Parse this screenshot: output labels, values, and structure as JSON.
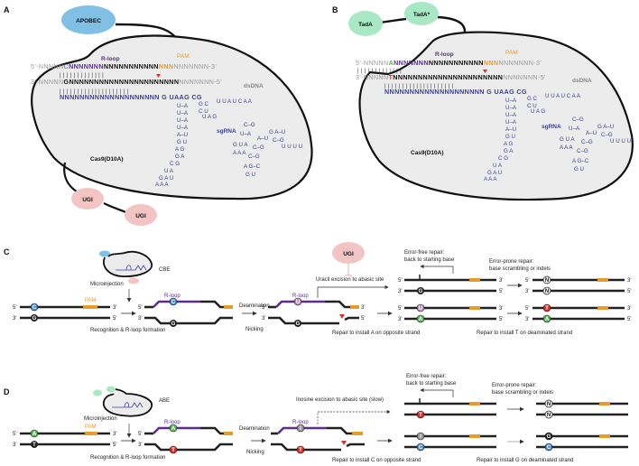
{
  "panels": {
    "A": {
      "label": "A",
      "deaminase": "APOBEC",
      "cas": "Cas9(D10A)",
      "rloop": "R-loop",
      "pam": "PAM",
      "dsdna": "dsDNA",
      "sgrna": "sgRNA",
      "ugi1": "UGI",
      "ugi2": "UGI",
      "top_prefix": "5'-NNNNN",
      "top_target": "C",
      "top_rloop": "NNNNNNN",
      "top_mid": "NNNNNNNNNNN",
      "top_pam": "NNN",
      "top_suffix": "NNNNNNN-3'",
      "bot_prefix": "3'-NNNNN",
      "bot_target": "G",
      "bot_mid": "NNNNNNNNNNNNNNNNNNNNNN",
      "bot_suffix": "NNNNNNN-5'",
      "guide": "NNNNNNNNNNNNNNNNNNNN",
      "guide_tail": "G UAAG  CG",
      "target_color": "#4aa3df",
      "complement_color": "#111111"
    },
    "B": {
      "label": "B",
      "deaminase1": "TadA",
      "deaminase2": "TadA*",
      "cas": "Cas9(D10A)",
      "rloop": "R-loop",
      "pam": "PAM",
      "dsdna": "dsDNA",
      "sgrna": "sgRNA",
      "top_prefix": "5'-NNNNN",
      "top_target": "A",
      "top_rloop": "NNNNNNN",
      "top_mid": "NNNNNNNNNNN",
      "top_pam": "NNN",
      "top_suffix": "NNNNNNN-3'",
      "bot_prefix": "3'-NNNNN",
      "bot_target": "T",
      "bot_mid": "NNNNNNNNNNNNNNNNNNNNNN",
      "bot_suffix": "NNNNNNN-5'",
      "guide": "NNNNNNNNNNNNNNNNNNNN",
      "guide_tail": "G UAAG  CG",
      "target_color": "#5cb83c",
      "complement_color": "#d9302c"
    },
    "C": {
      "label": "C",
      "editor": "CBE",
      "microinjection": "Microinjection",
      "pam": "PAM",
      "rloop1": "R-loop",
      "rloop2": "R-loop",
      "step1": "Recognition & R-loop formation",
      "deamination": "Deamination",
      "nicking": "Nicking",
      "inhibitor": "UGI",
      "excision": "Uracil excision to abasic site",
      "error_free": "Error-free repair:",
      "error_free2": "back to starting base",
      "error_prone": "Error-prone repair:",
      "error_prone2": "base scrambling or indels",
      "repair1": "Repair to install A on opposite strand",
      "repair2": "Repair to install T on deaminated strand",
      "bases": {
        "start_top": "C",
        "start_bot": "G",
        "deam_top": "U",
        "deam_bot": "G",
        "abasic_bot": "G",
        "scr_top": "N",
        "scr_bot": "N",
        "opp_top": "U",
        "opp_bot": "A",
        "fin_top": "T",
        "fin_bot": "A"
      }
    },
    "D": {
      "label": "D",
      "editor": "ABE",
      "microinjection": "Microinjection",
      "pam": "PAM",
      "rloop1": "R-loop",
      "rloop2": "R-loop",
      "step1": "Recognition & R-loop formation",
      "deamination": "Deamination",
      "nicking": "Nicking",
      "excision": "Inosine excision to abasic site (slow)",
      "error_free": "Error-free repair:",
      "error_free2": "back to starting base",
      "error_prone": "Error-prone repair:",
      "error_prone2": "base scrambling or indels",
      "repair1": "Repair to install C on opposite strand",
      "repair2": "Repair to install G on deaminated strand",
      "bases": {
        "start_top": "A",
        "start_bot": "T",
        "deam_top": "I",
        "deam_bot": "T",
        "abasic_bot": "T",
        "scr_top": "N",
        "scr_bot": "N",
        "opp_top": "I",
        "opp_bot": "C",
        "fin_top": "G",
        "fin_bot": "C"
      }
    },
    "strand_ends": {
      "five": "5'",
      "three": "3'"
    }
  },
  "colors": {
    "rloop": "#5b2d90",
    "pam": "#e79b2b",
    "apobec": "#7fc0e4",
    "tada": "#a8e8c4",
    "ugi": "#f2c4c4",
    "cas_fill": "#ececec",
    "rna": "#3a3f9a",
    "nick": "#d9302c"
  }
}
